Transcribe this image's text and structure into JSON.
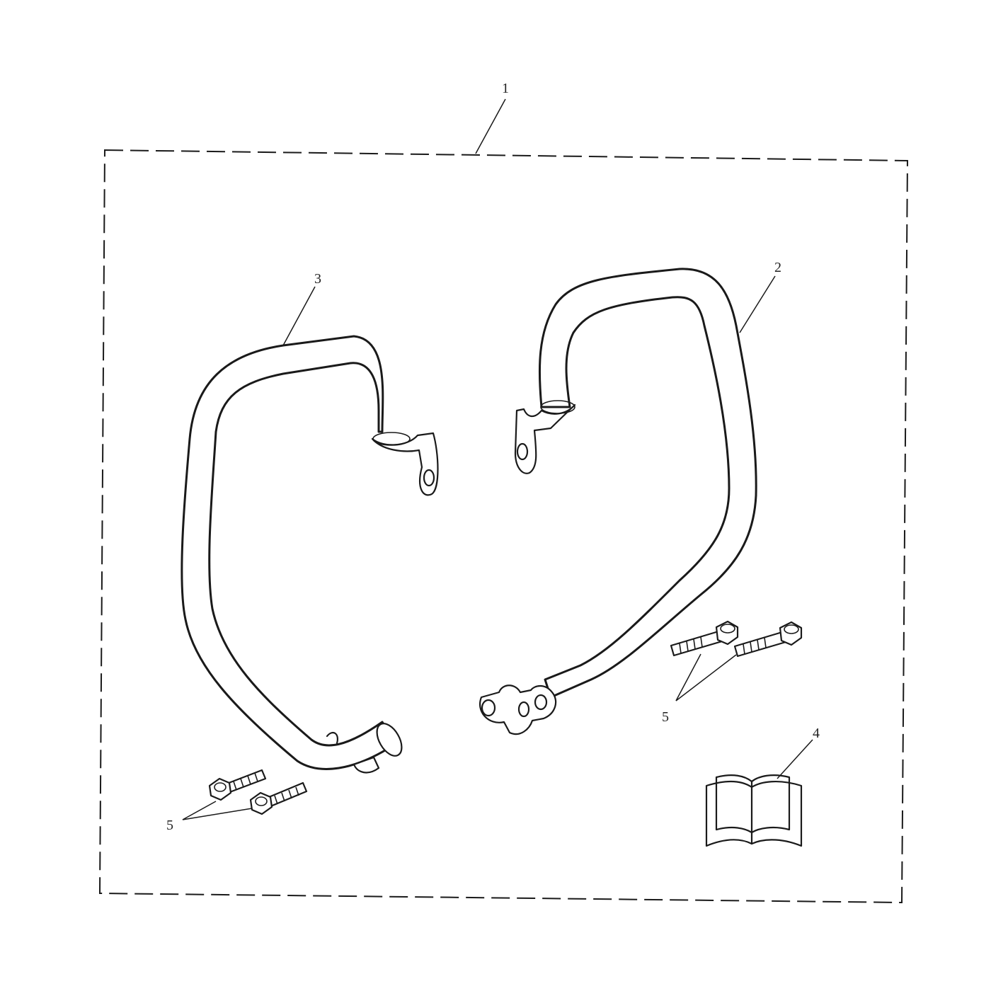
{
  "callouts": {
    "kit": "1",
    "right_bar": "2",
    "left_bar": "3",
    "manual": "4",
    "bolts_right": "5",
    "bolts_left": "5"
  }
}
